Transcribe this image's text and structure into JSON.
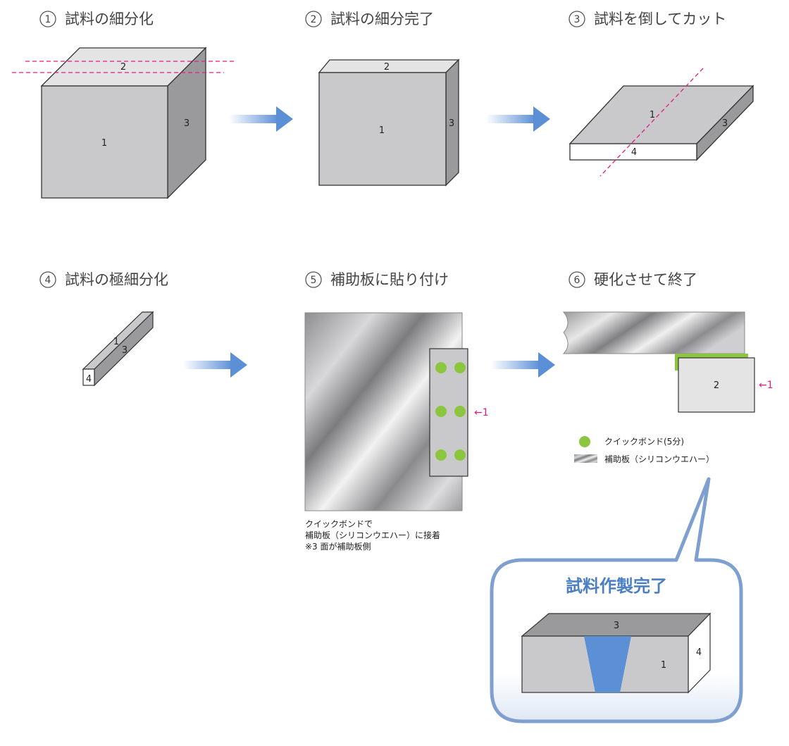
{
  "steps": [
    {
      "num": "1",
      "title": "試料の細分化"
    },
    {
      "num": "2",
      "title": "試料の細分完了"
    },
    {
      "num": "3",
      "title": "試料を倒してカット"
    },
    {
      "num": "4",
      "title": "試料の極細分化"
    },
    {
      "num": "5",
      "title": "補助板に貼り付け"
    },
    {
      "num": "6",
      "title": "硬化させて終了"
    }
  ],
  "faces": {
    "f1": "1",
    "f2": "2",
    "f3": "3",
    "f4": "4"
  },
  "arrow_note_1": "←1",
  "step5_note": {
    "line1": "クイックボンドで",
    "line2": "補助板（シリコンウエハー）に接着",
    "line3": "※3 面が補助板側"
  },
  "legend": {
    "bond": "クイックボンド(5分)",
    "plate": "補助板（シリコンウエハー）"
  },
  "callout": {
    "title": "試料作製完了"
  },
  "colors": {
    "face_front": "#c9c9cb",
    "face_top": "#e6e6e7",
    "face_side": "#9a9a9c",
    "bond_green": "#8cc63f",
    "cut_line": "#e6197f",
    "flow_arrow": "#5b8fd6",
    "callout_border": "#7e9fd0",
    "center_blue": "#5b8fd6"
  }
}
